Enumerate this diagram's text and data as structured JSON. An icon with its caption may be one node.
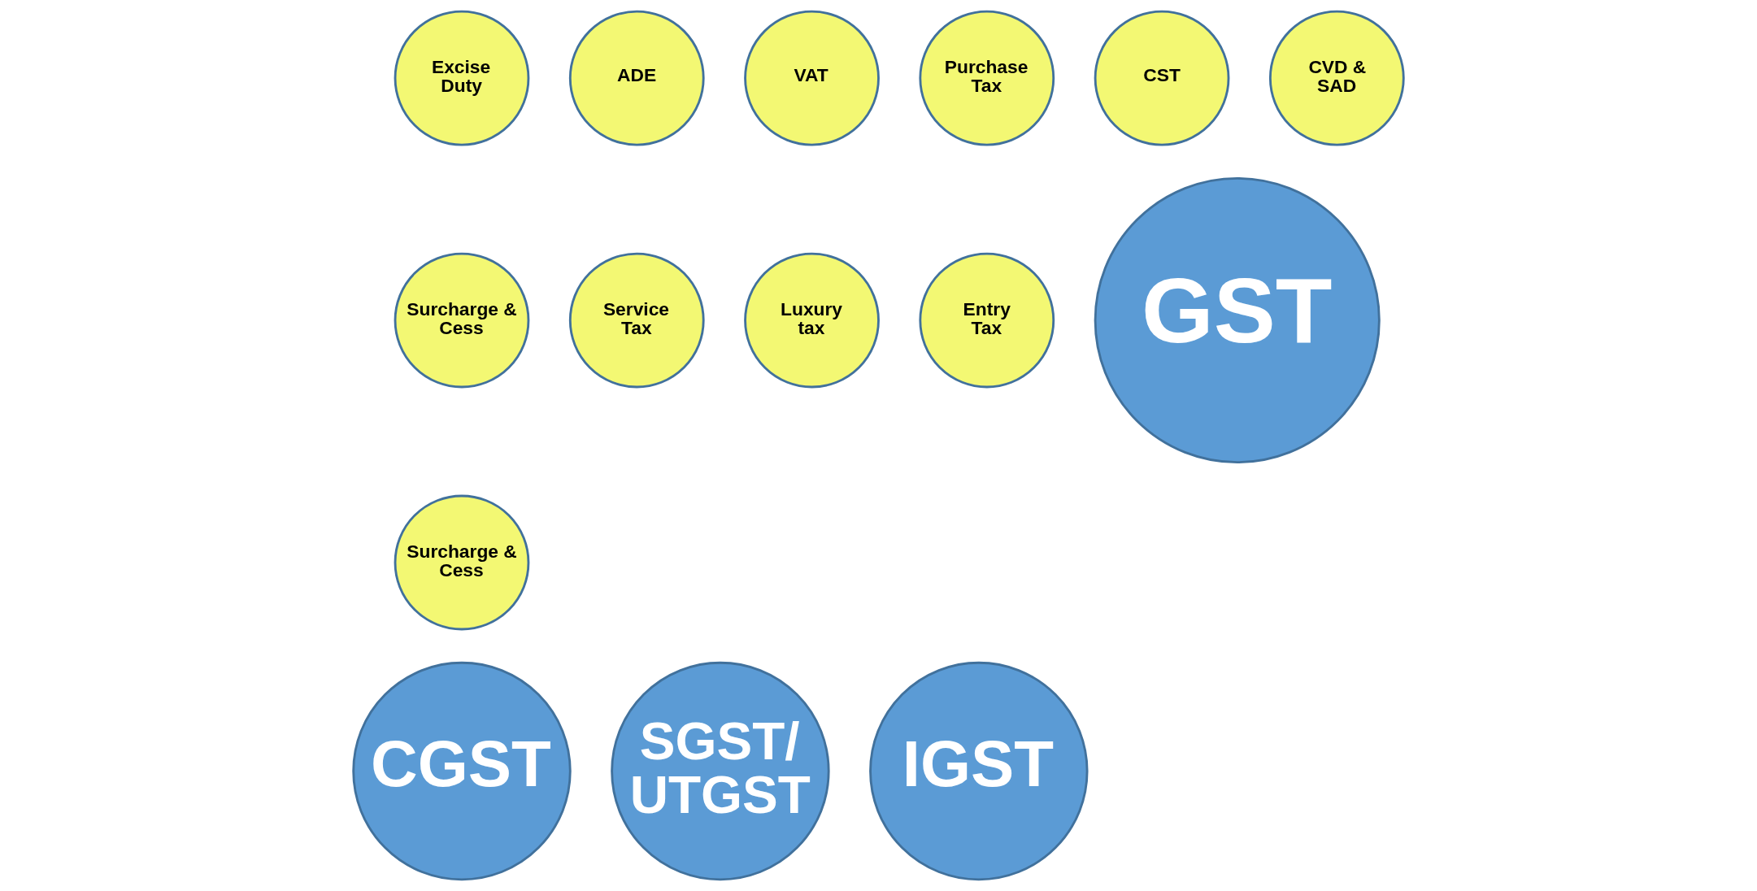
{
  "diagram": {
    "nodes": [
      {
        "text": [
          "Excise Duty"
        ]
      },
      {
        "text": [
          "ADE"
        ]
      },
      {
        "text": [
          "VAT"
        ]
      },
      {
        "text": [
          "Purchase Tax"
        ]
      },
      {
        "text": [
          "CST"
        ]
      },
      {
        "text": [
          "CVD & SAD"
        ]
      },
      {
        "text": [
          "Surcharge & Cess"
        ]
      },
      {
        "text": [
          "Service Tax"
        ]
      },
      {
        "text": [
          "Luxury tax"
        ]
      },
      {
        "text": [
          "Entry Tax"
        ]
      },
      {
        "text": [
          "GST"
        ]
      },
      {
        "text": [
          "Surcharge & Cess"
        ]
      },
      {
        "text": [
          "CGST"
        ]
      },
      {
        "text": [
          "SGST/ UTGST"
        ]
      },
      {
        "text": [
          "IGST"
        ]
      }
    ]
  }
}
